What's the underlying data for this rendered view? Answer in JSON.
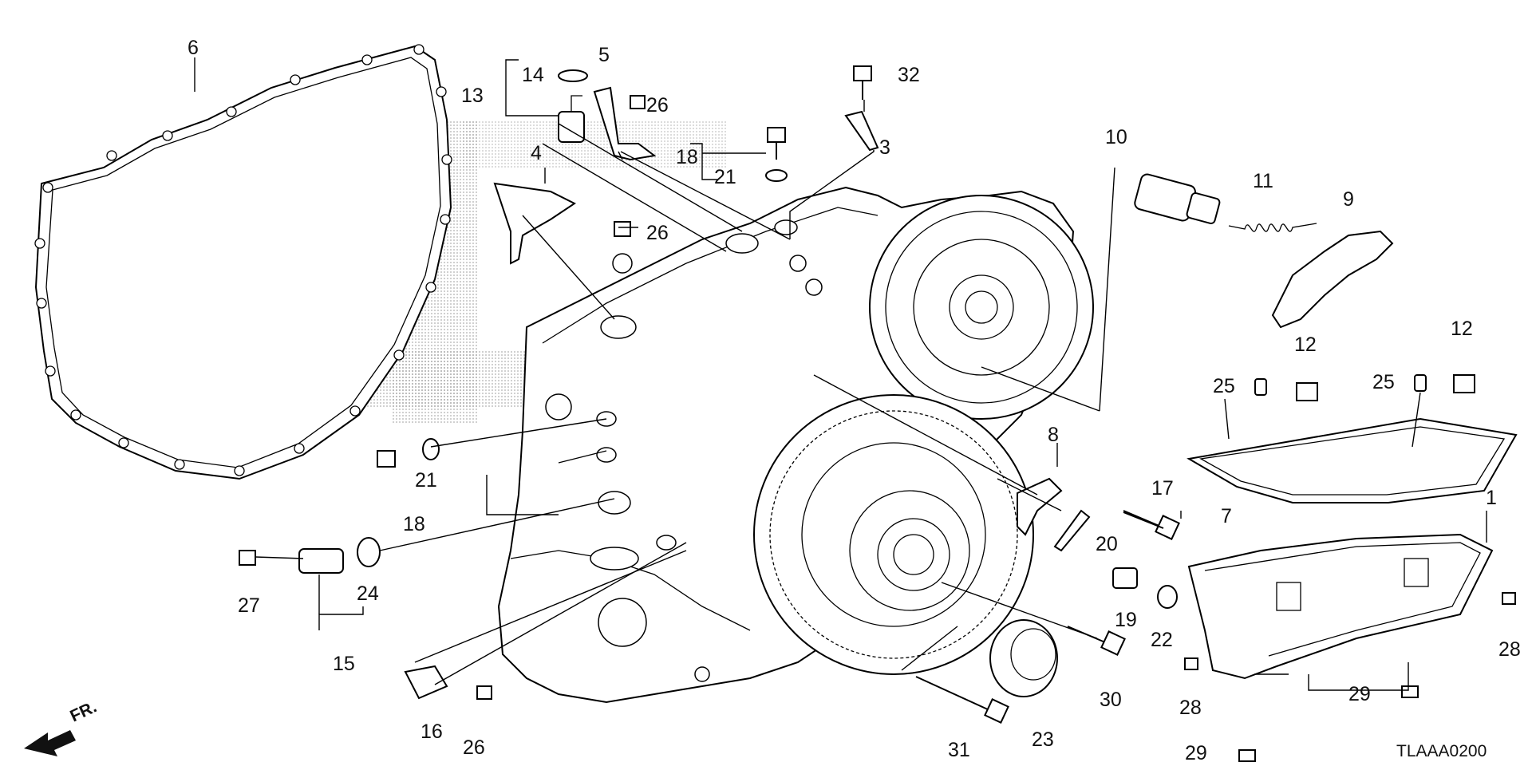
{
  "diagram": {
    "code": "TLAAA0200",
    "direction": "FR.",
    "callouts": [
      {
        "id": "c1",
        "text": "1"
      },
      {
        "id": "c3",
        "text": "3"
      },
      {
        "id": "c4",
        "text": "4"
      },
      {
        "id": "c5",
        "text": "5"
      },
      {
        "id": "c6",
        "text": "6"
      },
      {
        "id": "c7",
        "text": "7"
      },
      {
        "id": "c8",
        "text": "8"
      },
      {
        "id": "c9",
        "text": "9"
      },
      {
        "id": "c10",
        "text": "10"
      },
      {
        "id": "c11",
        "text": "11"
      },
      {
        "id": "c12a",
        "text": "12"
      },
      {
        "id": "c12b",
        "text": "12"
      },
      {
        "id": "c13",
        "text": "13"
      },
      {
        "id": "c14",
        "text": "14"
      },
      {
        "id": "c15",
        "text": "15"
      },
      {
        "id": "c16",
        "text": "16"
      },
      {
        "id": "c17",
        "text": "17"
      },
      {
        "id": "c18a",
        "text": "18"
      },
      {
        "id": "c18b",
        "text": "18"
      },
      {
        "id": "c19",
        "text": "19"
      },
      {
        "id": "c20",
        "text": "20"
      },
      {
        "id": "c21a",
        "text": "21"
      },
      {
        "id": "c21b",
        "text": "21"
      },
      {
        "id": "c22",
        "text": "22"
      },
      {
        "id": "c23",
        "text": "23"
      },
      {
        "id": "c24",
        "text": "24"
      },
      {
        "id": "c25a",
        "text": "25"
      },
      {
        "id": "c25b",
        "text": "25"
      },
      {
        "id": "c26a",
        "text": "26"
      },
      {
        "id": "c26b",
        "text": "26"
      },
      {
        "id": "c26c",
        "text": "26"
      },
      {
        "id": "c27",
        "text": "27"
      },
      {
        "id": "c28a",
        "text": "28"
      },
      {
        "id": "c28b",
        "text": "28"
      },
      {
        "id": "c29a",
        "text": "29"
      },
      {
        "id": "c29b",
        "text": "29"
      },
      {
        "id": "c30",
        "text": "30"
      },
      {
        "id": "c31",
        "text": "31"
      },
      {
        "id": "c32",
        "text": "32"
      }
    ]
  }
}
